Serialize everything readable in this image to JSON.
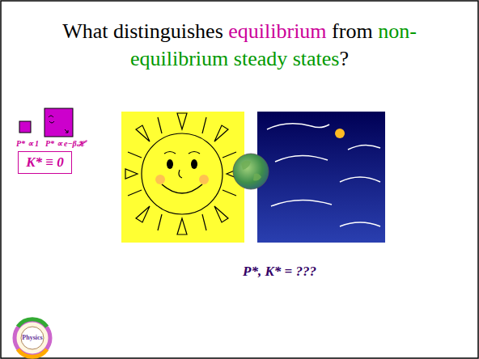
{
  "diagram": {
    "title": "What distinguishes equilibrium from non-equilibrium steady states?",
    "nodes": [
      {
        "text": [
          "K* ≡ 0"
        ]
      }
    ],
    "labels": [
      "P* ∝ 1",
      "P* ∝ e−βℋ",
      "P*, K* = ???",
      "Physics"
    ]
  }
}
